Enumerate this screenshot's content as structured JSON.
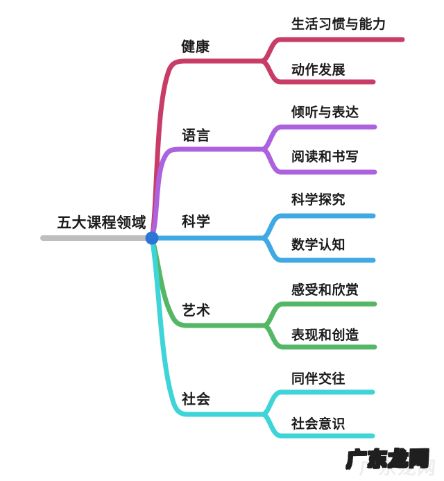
{
  "diagram": {
    "root": {
      "label": "五大课程领域",
      "line_color": "#bebebe",
      "hub_color": "#2c74d6"
    },
    "branches": [
      {
        "label": "健康",
        "color": "#c83d68",
        "children": [
          {
            "label": "生活习惯与能力"
          },
          {
            "label": "动作发展"
          }
        ]
      },
      {
        "label": "语言",
        "color": "#ac62de",
        "children": [
          {
            "label": "倾听与表达"
          },
          {
            "label": "阅读和书写"
          }
        ]
      },
      {
        "label": "科学",
        "color": "#3fa9e3",
        "children": [
          {
            "label": "科学探究"
          },
          {
            "label": "数学认知"
          }
        ]
      },
      {
        "label": "艺术",
        "color": "#53b766",
        "children": [
          {
            "label": "感受和欣赏"
          },
          {
            "label": "表现和创造"
          }
        ]
      },
      {
        "label": "社会",
        "color": "#3fd4d8",
        "children": [
          {
            "label": "同伴交往"
          },
          {
            "label": "社会意识"
          }
        ]
      }
    ],
    "watermark": "广东龙网"
  }
}
